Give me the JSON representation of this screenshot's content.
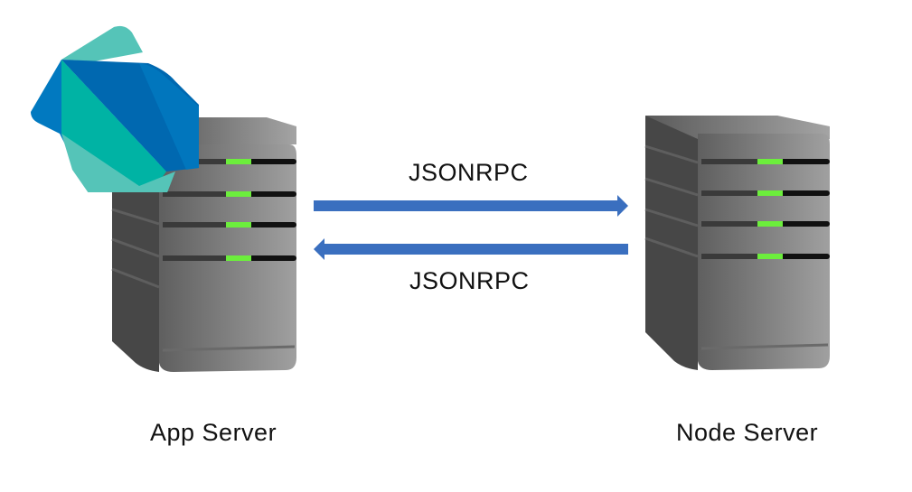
{
  "diagram": {
    "nodes": [
      {
        "id": "app",
        "label": "App Server",
        "logo": "dart-logo"
      },
      {
        "id": "node",
        "label": "Node Server"
      }
    ],
    "edges": [
      {
        "from": "app",
        "to": "node",
        "label": "JSONRPC",
        "direction": "right"
      },
      {
        "from": "node",
        "to": "app",
        "label": "JSONRPC",
        "direction": "left"
      }
    ],
    "colors": {
      "arrow": "#3a6fbf",
      "led": "#6cee3c",
      "server_dark": "#474747",
      "server_light": "#9a9a9a",
      "logo_teal": "#00b3a4",
      "logo_light_teal": "#55c4b8",
      "logo_blue": "#0068b0",
      "logo_mid_blue": "#0179c0"
    }
  }
}
